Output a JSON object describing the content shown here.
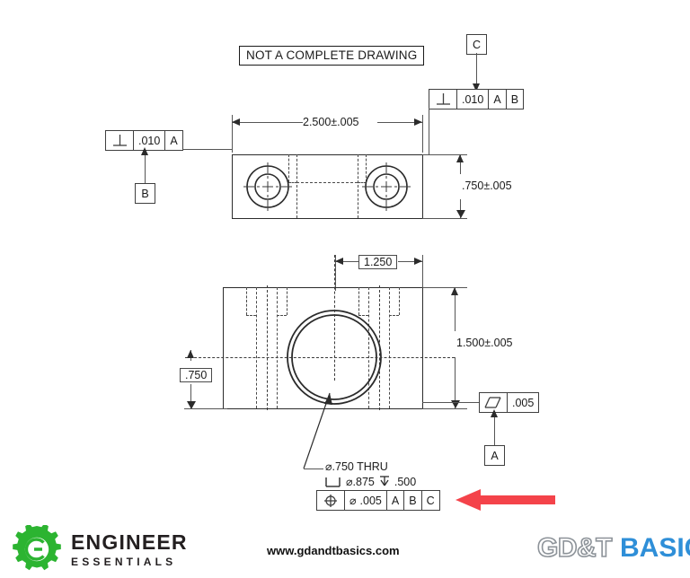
{
  "note": {
    "text": "NOT A COMPLETE DRAWING"
  },
  "fcf_top_right": {
    "name": "perpendicularity-to-c",
    "symbol": "perpendicularity-symbol",
    "tolerance": ".010",
    "datums": [
      "A",
      "B"
    ],
    "datum_label": "C"
  },
  "fcf_top_left": {
    "name": "perpendicularity-to-b",
    "symbol": "perpendicularity-symbol",
    "tolerance": ".010",
    "datums": [
      "A"
    ],
    "datum_label": "B"
  },
  "fcf_parallel": {
    "name": "parallelism-to-a",
    "symbol": "parallelism-symbol",
    "tolerance": ".005",
    "datum_label": "A"
  },
  "fcf_position": {
    "name": "position-tolerance",
    "symbol": "position-symbol",
    "diameter_modifier": "⌀",
    "tolerance": ".005",
    "datums": [
      "A",
      "B",
      "C"
    ]
  },
  "hole_callout": {
    "line1": "⌀.750 THRU",
    "line2_cbore_symbol": "counterbore-symbol",
    "line2_diameter": "⌀.875",
    "line2_depth_symbol": "↓",
    "line2_depth": ".500"
  },
  "dimensions": {
    "top_width": "2.500±.005",
    "top_height": ".750±.005",
    "front_basic_width": "1.250",
    "front_height": "1.500±.005",
    "front_basic_left": ".750"
  },
  "footer": {
    "url": "www.gdandtbasics.com",
    "logo_left_line1": "ENGINEER",
    "logo_left_line2": "ESSENTIALS",
    "logo_right_part1": "GD&T",
    "logo_right_part2": "BASICS"
  },
  "colors": {
    "arrow_red": "#f4434a",
    "gear_green": "#2cb431",
    "basics_blue": "#2f8fd8",
    "line_dark": "#2b2b2b"
  },
  "annotation": {
    "arrow": "red-left-arrow"
  }
}
